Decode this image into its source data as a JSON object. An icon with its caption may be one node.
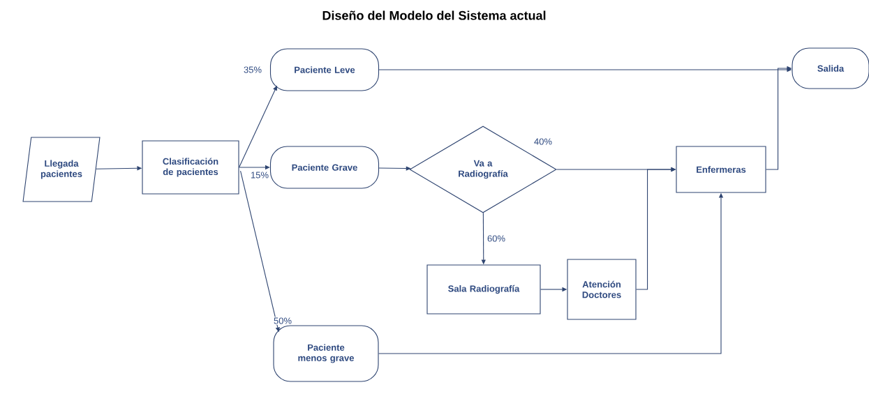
{
  "diagram": {
    "title": "Diseño del Modelo del Sistema actual",
    "nodes": [
      {
        "text": [
          "Llegada pacientes"
        ]
      },
      {
        "text": [
          "Clasificación de pacientes"
        ]
      },
      {
        "text": [
          "Paciente Leve"
        ]
      },
      {
        "text": [
          "Paciente Grave"
        ]
      },
      {
        "text": [
          "Va a Radiografía"
        ]
      },
      {
        "text": [
          "Enfermeras"
        ]
      },
      {
        "text": [
          "Salida"
        ]
      },
      {
        "text": [
          "Sala Radiografía"
        ]
      },
      {
        "text": [
          "Atención Doctores"
        ]
      },
      {
        "text": [
          "Paciente menos grave"
        ]
      }
    ],
    "edges": [
      {
        "from": 0,
        "to": 1,
        "arrow": "to"
      },
      {
        "from": 1,
        "to": 2,
        "arrow": "to",
        "label": "35%"
      },
      {
        "from": 1,
        "to": 3,
        "arrow": "to",
        "label": "15%"
      },
      {
        "from": 1,
        "to": 9,
        "arrow": "to",
        "label": "50%"
      },
      {
        "from": 2,
        "to": 6,
        "arrow": "to"
      },
      {
        "from": 3,
        "to": 4,
        "arrow": "to"
      },
      {
        "from": 4,
        "to": 5,
        "arrow": "to",
        "label": "40%"
      },
      {
        "from": 4,
        "to": 7,
        "arrow": "to",
        "label": "60%"
      },
      {
        "from": 7,
        "to": 8,
        "arrow": "to"
      },
      {
        "from": 8,
        "to": 5,
        "arrow": "to"
      },
      {
        "from": 9,
        "to": 5,
        "arrow": "to"
      },
      {
        "from": 5,
        "to": 6,
        "arrow": "to"
      }
    ]
  }
}
